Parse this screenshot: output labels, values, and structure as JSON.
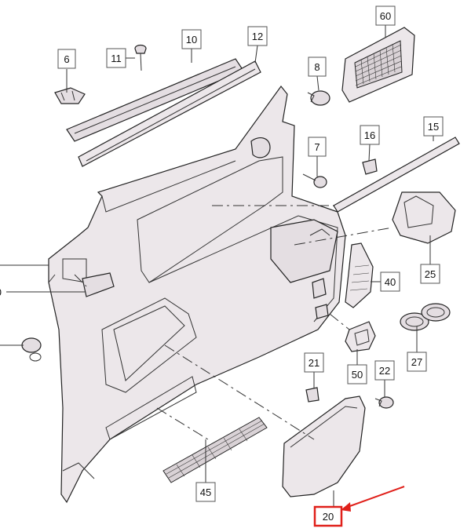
{
  "callouts": {
    "c6": "6",
    "c11": "11",
    "c10": "10",
    "c12": "12",
    "c60": "60",
    "c8": "8",
    "c7": "7",
    "c16": "16",
    "c15": "15",
    "c25": "25",
    "c40": "40",
    "c27": "27",
    "c50": "50",
    "c22": "22",
    "c21": "21",
    "c45": "45",
    "c20": "20",
    "c_left": "0"
  },
  "highlight_color": "#e0201a"
}
